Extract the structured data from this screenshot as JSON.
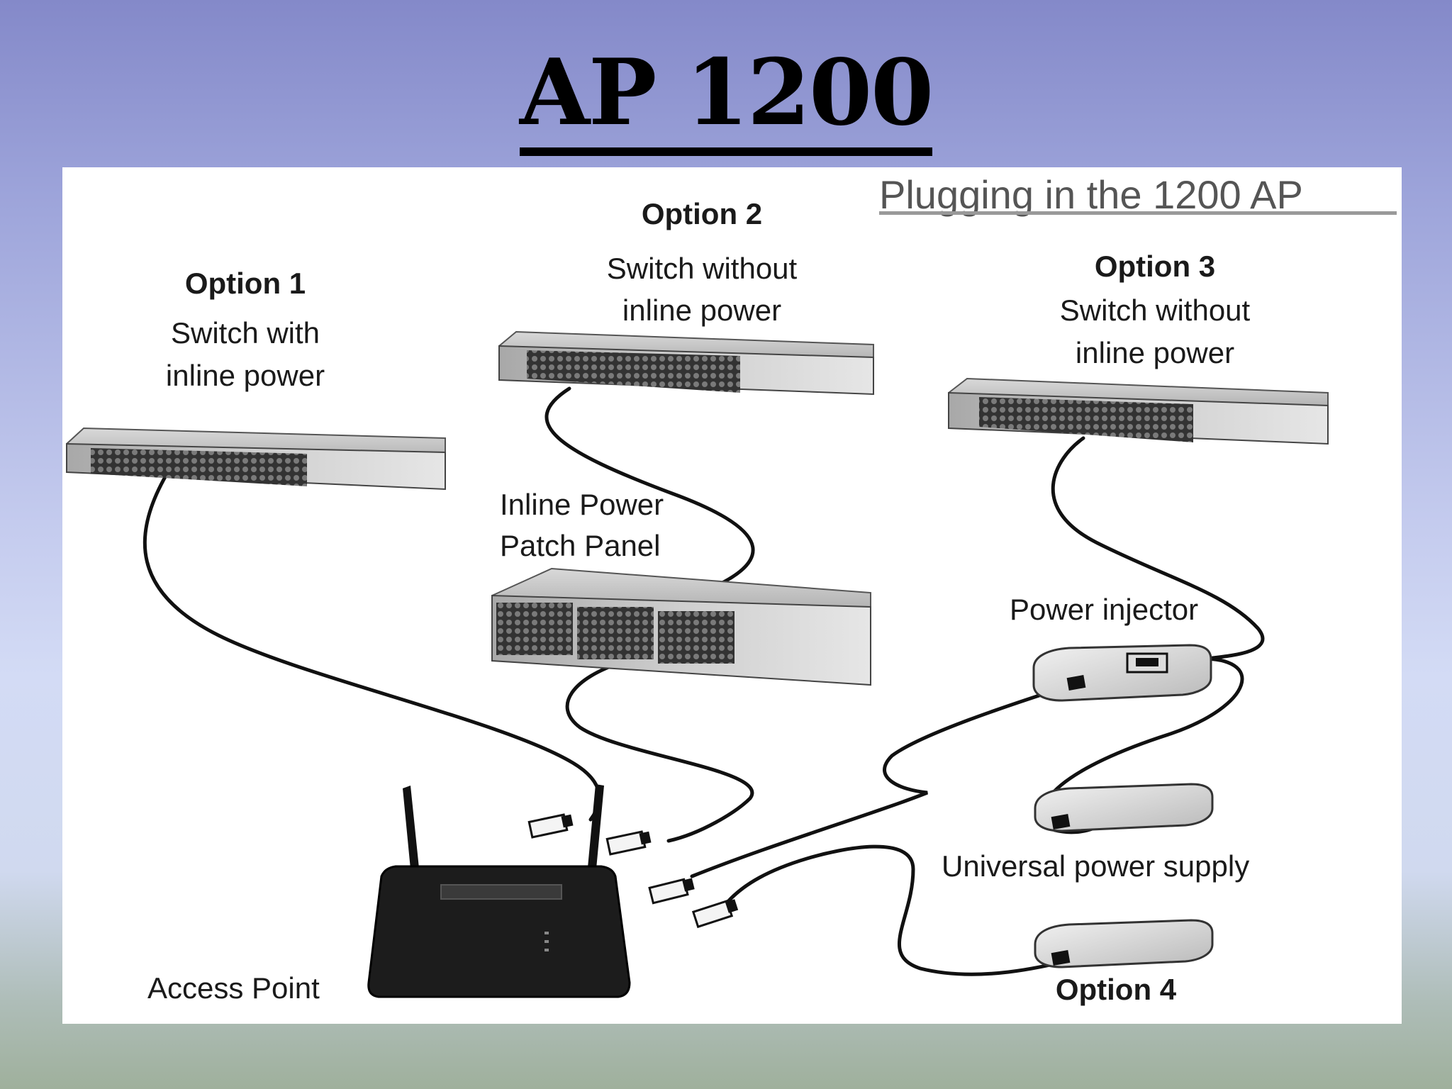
{
  "slide": {
    "title": "AP 1200"
  },
  "diagram": {
    "heading": "Plugging in the 1200 AP",
    "option1": {
      "title": "Option 1",
      "desc_line1": "Switch with",
      "desc_line2": "inline power"
    },
    "option2": {
      "title": "Option 2",
      "desc_line1": "Switch without",
      "desc_line2": "inline power"
    },
    "option3": {
      "title": "Option 3",
      "desc_line1": "Switch without",
      "desc_line2": "inline power"
    },
    "option4": {
      "title": "Option 4"
    },
    "patch_panel": {
      "line1": "Inline Power",
      "line2": "Patch Panel"
    },
    "power_injector": "Power injector",
    "universal_power_supply": "Universal power supply",
    "access_point": "Access Point"
  }
}
